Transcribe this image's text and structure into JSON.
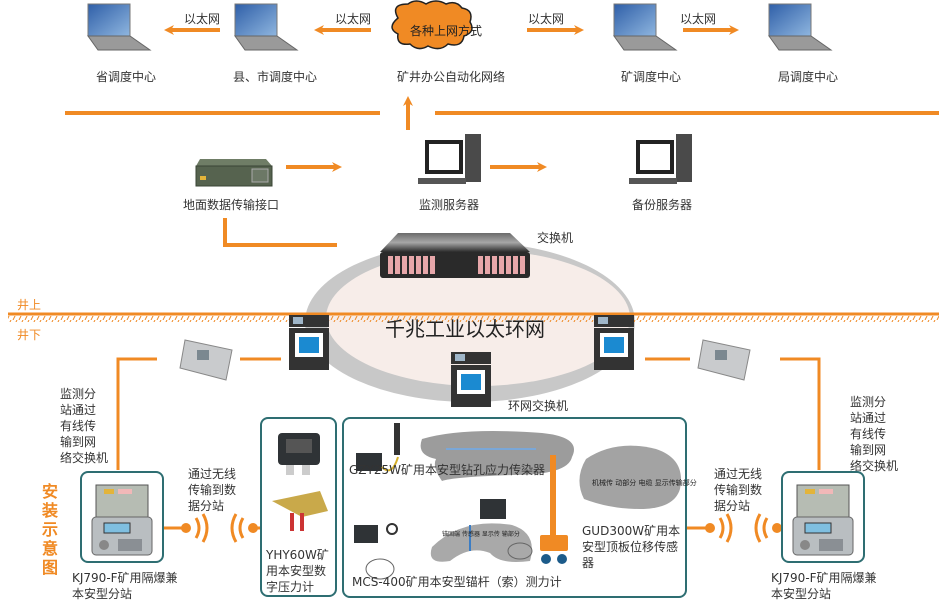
{
  "top_row": {
    "nodes": [
      {
        "label": "省调度中心",
        "icon": "laptop-icon"
      },
      {
        "label": "县、市调度中心",
        "icon": "laptop-icon"
      },
      {
        "label": "矿井办公自动化网络",
        "icon": "cloud-icon",
        "cloud_text": "各种上网方式"
      },
      {
        "label": "矿调度中心",
        "icon": "laptop-icon"
      },
      {
        "label": "局调度中心",
        "icon": "laptop-icon"
      }
    ],
    "links": [
      "以太网",
      "以太网",
      "以太网",
      "以太网"
    ]
  },
  "middle_row": {
    "ground_interface": "地面数据传输接口",
    "monitor_server": "监测服务器",
    "backup_server": "备份服务器",
    "core_switch": "交换机"
  },
  "ring": {
    "title": "千兆工业以太环网",
    "ring_switch_label": "环网交换机"
  },
  "ground_line": {
    "above": "井上",
    "below": "井下"
  },
  "install_label": "安装示意图",
  "left_station": {
    "wired_note": [
      "监测分",
      "站通过",
      "有线传",
      "输到网",
      "络交换机"
    ],
    "wireless_note": [
      "通过无线",
      "传输到数",
      "据分站"
    ],
    "station_name": [
      "KJ790-F矿用隔爆兼",
      "本安型分站"
    ]
  },
  "right_station": {
    "wired_note": [
      "监测分",
      "站通过",
      "有线传",
      "输到网",
      "络交换机"
    ],
    "wireless_note": [
      "通过无线",
      "传输到数",
      "据分站"
    ],
    "station_name": [
      "KJ790-F矿用隔爆兼",
      "本安型分站"
    ]
  },
  "pressure_gauge": {
    "name": [
      "YHY60W矿",
      "用本安型数",
      "字压力计"
    ]
  },
  "sensors": {
    "drill_stress": "GZY25W矿用本安型钻孔应力传染器",
    "anchor_meter": "MCS-400矿用本安型锚杆（索）测力计",
    "roof_sensor": [
      "GUD300W矿用本",
      "安型顶板位移传感器"
    ],
    "roof_diagram_labels": [
      "机械传",
      "动部分",
      "电缆",
      "显示传输部分"
    ],
    "anchor_diagram_labels": [
      "锚固端",
      "传感器",
      "显示传",
      "输部分"
    ]
  },
  "colors": {
    "accent": "#f08a24",
    "box_border": "#2e6e72",
    "ring_fill": "#f7ede9",
    "ring_edge": "#c8c8c8"
  }
}
